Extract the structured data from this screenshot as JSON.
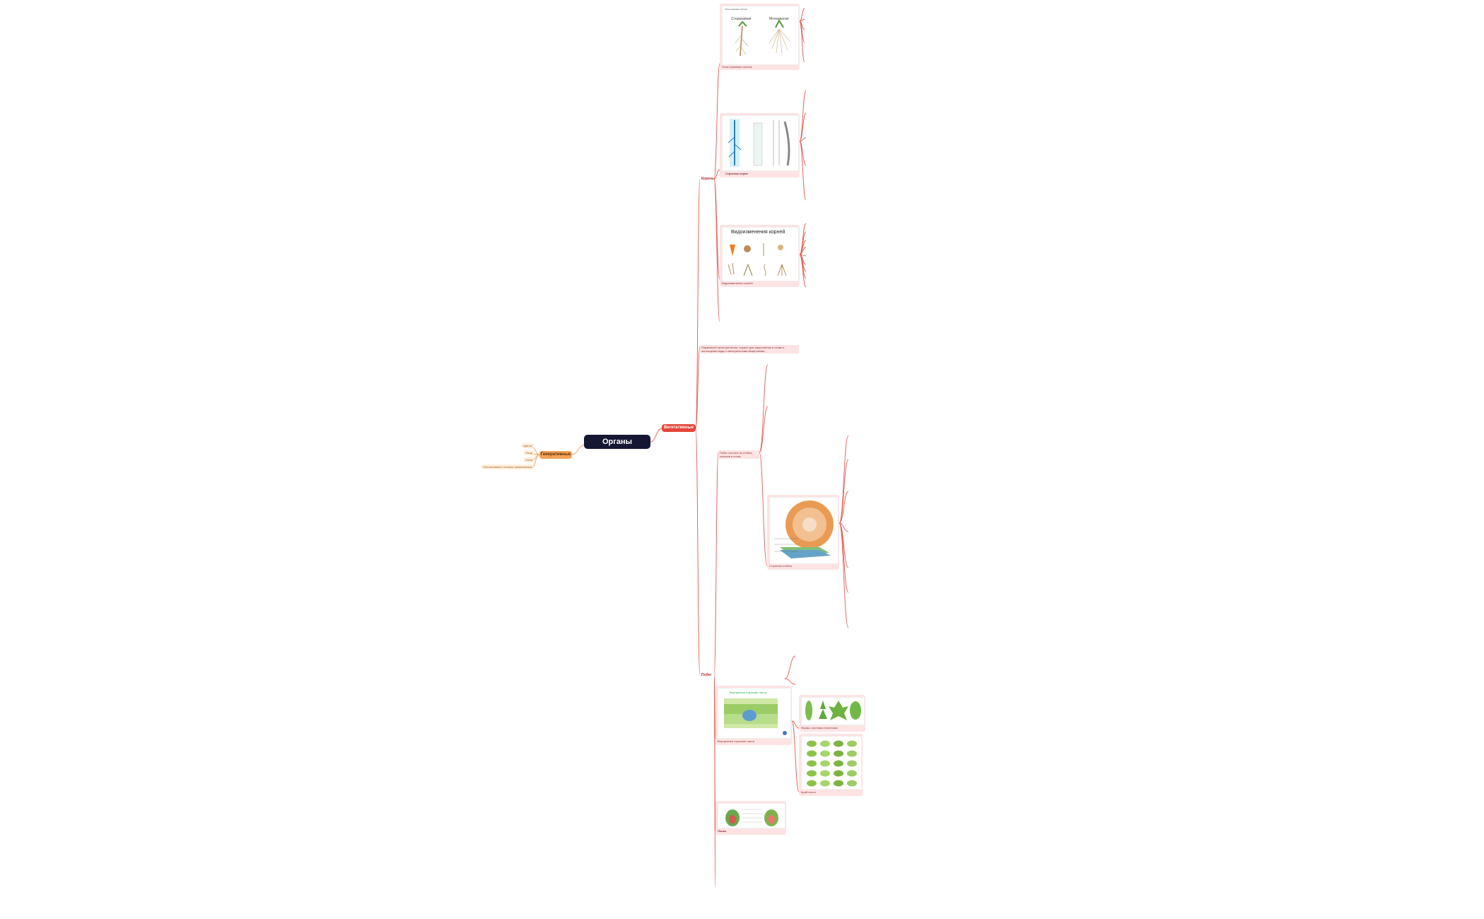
{
  "root": "Органы растений",
  "vegetative": "Вегетативные",
  "reproductive": {
    "label": "Генеративные",
    "items": [
      "Цветок",
      "Плод",
      "Семя",
      "Обеспечивают половое размножение"
    ]
  },
  "roots": {
    "label": "Корень",
    "cards": {
      "root_systems": "Типы корневых систем",
      "root_zones": "Строение корня",
      "modified_roots": "Видоизменения корней"
    },
    "system_types": {
      "taproot": "Стержневая",
      "fibrous": "Мочковатая"
    },
    "intro": "Подземный орган растения, служит для закрепления в почве и поглощения воды с минеральными веществами"
  },
  "shoot": {
    "label": "Побег",
    "definition": "Побег состоит из стебля, листьев и почек",
    "stem_card": "Строение стебля",
    "leaf_card": "Внутреннее строение листа",
    "leaf_shapes_card": "Формы листовых пластинок",
    "leaf_margins_card": "Край листа",
    "bud_card": "Почки"
  }
}
